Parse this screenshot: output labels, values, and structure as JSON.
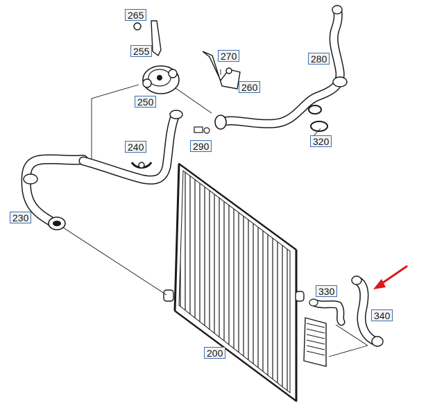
{
  "diagram": {
    "labels": {
      "p200": "200",
      "p230": "230",
      "p240": "240",
      "p250": "250",
      "p255": "255",
      "p260": "260",
      "p265": "265",
      "p270": "270",
      "p280": "280",
      "p290": "290",
      "p320": "320",
      "p330": "330",
      "p340": "340"
    },
    "colors": {
      "line": "#1a1a1a",
      "label_border": "#3a6fb0",
      "label_fill": "#f4f4f4",
      "arrow": "#e0161b"
    }
  }
}
